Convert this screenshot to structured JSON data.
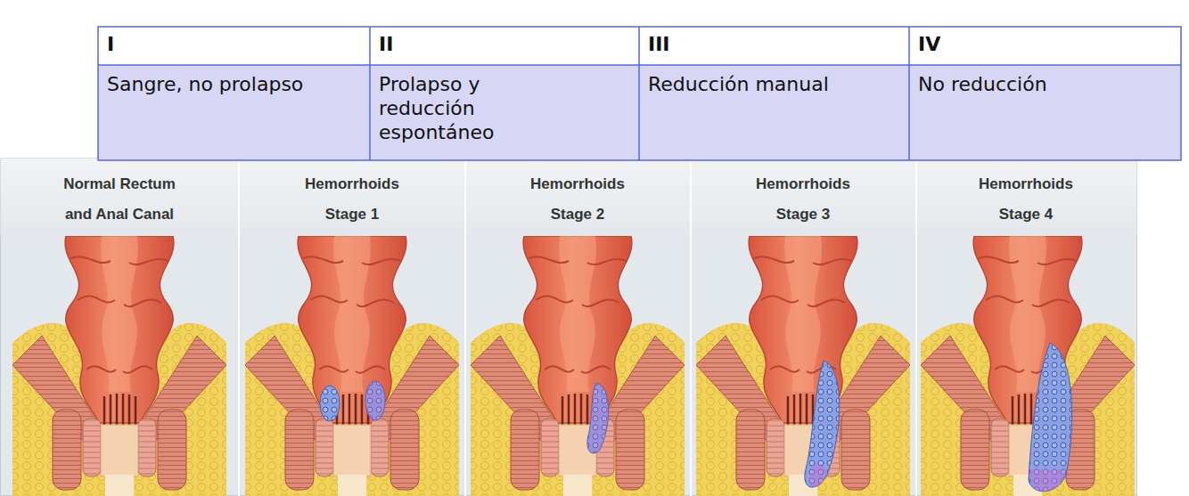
{
  "diagram": {
    "labels": [
      "I",
      "II",
      "III",
      "IV",
      "Sangre, no prolapso",
      "Prolapso y reducción espontáneo",
      "Reducción manual",
      "No reducción",
      "Normal Rectum and Anal Canal",
      "Hemorrhoids Stage 1",
      "Hemorrhoids Stage 2",
      "Hemorrhoids Stage 3",
      "Hemorrhoids Stage 4"
    ]
  }
}
